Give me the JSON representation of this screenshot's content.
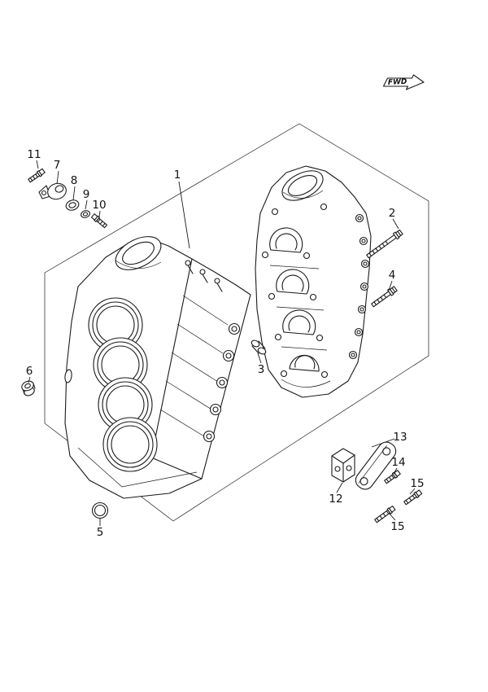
{
  "page": {
    "background_color": "#ffffff",
    "line_color": "#1a1a1a"
  },
  "diagram": {
    "orientation_flag": "FWD",
    "callouts": [
      {
        "label": "11"
      },
      {
        "label": "7"
      },
      {
        "label": "8"
      },
      {
        "label": "9"
      },
      {
        "label": "10"
      },
      {
        "label": "1"
      },
      {
        "label": "2"
      },
      {
        "label": "4"
      },
      {
        "label": "3"
      },
      {
        "label": "6"
      },
      {
        "label": "5"
      },
      {
        "label": "13"
      },
      {
        "label": "12"
      },
      {
        "label": "14"
      },
      {
        "label": "15"
      },
      {
        "label": "15"
      }
    ]
  }
}
